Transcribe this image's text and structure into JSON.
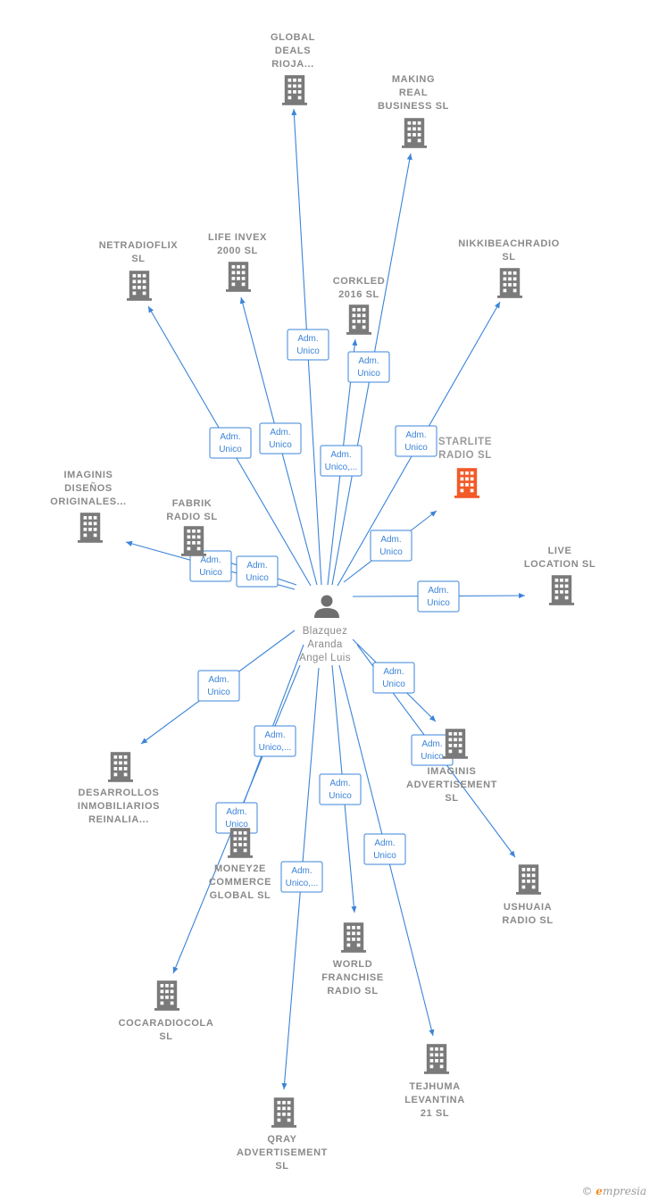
{
  "center": {
    "name": [
      "Blazquez",
      "Aranda",
      "Angel Luis"
    ],
    "icon": "person-icon"
  },
  "colors": {
    "edge": "#3b84d8",
    "company": "#7a7a7a",
    "highlight": "#f25a28"
  },
  "companies": [
    {
      "id": "global-deals",
      "label": [
        "GLOBAL",
        "DEALS",
        "RIOJA..."
      ],
      "role": [
        "Adm.",
        "Unico"
      ],
      "highlight": false
    },
    {
      "id": "making-real",
      "label": [
        "MAKING",
        "REAL",
        "BUSINESS  SL"
      ],
      "role": [
        "Adm.",
        "Unico"
      ],
      "highlight": false
    },
    {
      "id": "corkled",
      "label": [
        "CORKLED",
        "2016  SL"
      ],
      "role": [
        "Adm.",
        "Unico,..."
      ],
      "highlight": false
    },
    {
      "id": "nikkibeach",
      "label": [
        "NIKKIBEACHRADIO",
        "SL"
      ],
      "role": [
        "Adm.",
        "Unico"
      ],
      "highlight": false
    },
    {
      "id": "netradioflix",
      "label": [
        "NETRADIOFLIX",
        "SL"
      ],
      "role": [
        "Adm.",
        "Unico"
      ],
      "highlight": false
    },
    {
      "id": "life-invex",
      "label": [
        "LIFE INVEX",
        "2000  SL"
      ],
      "role": [
        "Adm.",
        "Unico"
      ],
      "highlight": false
    },
    {
      "id": "starlite",
      "label": [
        "STARLITE",
        "RADIO  SL"
      ],
      "role": [
        "Adm.",
        "Unico"
      ],
      "highlight": true
    },
    {
      "id": "imaginis-disenos",
      "label": [
        "IMAGINIS",
        "DISEÑOS",
        "ORIGINALES..."
      ],
      "role": [
        "Adm.",
        "Unico"
      ],
      "highlight": false
    },
    {
      "id": "fabrik",
      "label": [
        "FABRIK",
        "RADIO  SL"
      ],
      "role": [
        "Adm.",
        "Unico"
      ],
      "highlight": false
    },
    {
      "id": "live-location",
      "label": [
        "LIVE",
        "LOCATION  SL"
      ],
      "role": [
        "Adm.",
        "Unico"
      ],
      "highlight": false
    },
    {
      "id": "desarrollos",
      "label": [
        "DESARROLLOS",
        "INMOBILIARIOS",
        "REINALIA..."
      ],
      "role": [
        "Adm.",
        "Unico"
      ],
      "highlight": false
    },
    {
      "id": "imaginis-adv",
      "label": [
        "IMAGINIS",
        "ADVERTISEMENT",
        "SL"
      ],
      "role": [
        "Adm.",
        "Unico"
      ],
      "highlight": false
    },
    {
      "id": "money2e",
      "label": [
        "MONEY2E",
        "COMMERCE",
        "GLOBAL  SL"
      ],
      "role": [
        "Adm.",
        "Unico,..."
      ],
      "highlight": false
    },
    {
      "id": "ushuaia",
      "label": [
        "USHUAIA",
        "RADIO  SL"
      ],
      "role": [
        "Adm.",
        "Unico"
      ],
      "highlight": false
    },
    {
      "id": "world-franchise",
      "label": [
        "WORLD",
        "FRANCHISE",
        "RADIO  SL"
      ],
      "role": [
        "Adm.",
        "Unico"
      ],
      "highlight": false
    },
    {
      "id": "cocaradiocola",
      "label": [
        "COCARADIOCOLA",
        "SL"
      ],
      "role": [
        "Adm.",
        "Unico"
      ],
      "highlight": false
    },
    {
      "id": "tejhuma",
      "label": [
        "TEJHUMA",
        "LEVANTINA",
        "21  SL"
      ],
      "role": [
        "Adm.",
        "Unico"
      ],
      "highlight": false
    },
    {
      "id": "qray",
      "label": [
        "QRAY",
        "ADVERTISEMENT",
        "SL"
      ],
      "role": [
        "Adm.",
        "Unico,..."
      ],
      "highlight": false
    }
  ],
  "brand": {
    "copyright": "©",
    "e": "e",
    "rest": "mpresia"
  }
}
